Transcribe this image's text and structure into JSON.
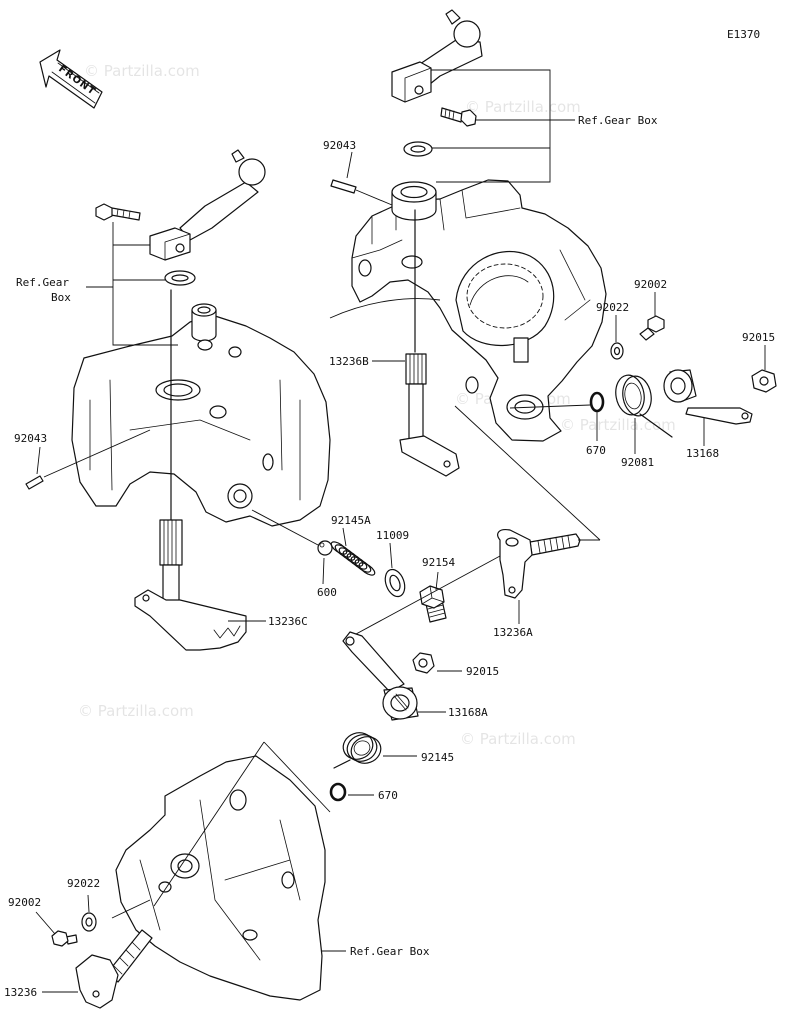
{
  "diagram": {
    "code": "E1370",
    "front_arrow": "FRONT",
    "watermark": "© Partzilla.com"
  },
  "callouts": {
    "pin_upper": "92043",
    "ref_gear_box_upper": "Ref.Gear Box",
    "ref_gear_box_left_line1": "Ref.Gear",
    "ref_gear_box_left_line2": "Box",
    "bolt_right": "92002",
    "washer_right": "92022",
    "nut_right": "92015",
    "shaft_13236b": "13236B",
    "pin_left": "92043",
    "o_ring_right": "670",
    "spring_right": "92081",
    "lever_right": "13168",
    "spring_detent": "92145A",
    "washer_plug": "11009",
    "plug": "92154",
    "ball": "600",
    "shaft_13236c": "13236C",
    "shaft_13236a": "13236A",
    "nut_lower": "92015",
    "lever_lower": "13168A",
    "spring_lower": "92145",
    "o_ring_lower": "670",
    "washer_bottom": "92022",
    "bolt_bottom": "92002",
    "shaft_bottom": "13236",
    "ref_gear_box_bottom": "Ref.Gear Box"
  }
}
